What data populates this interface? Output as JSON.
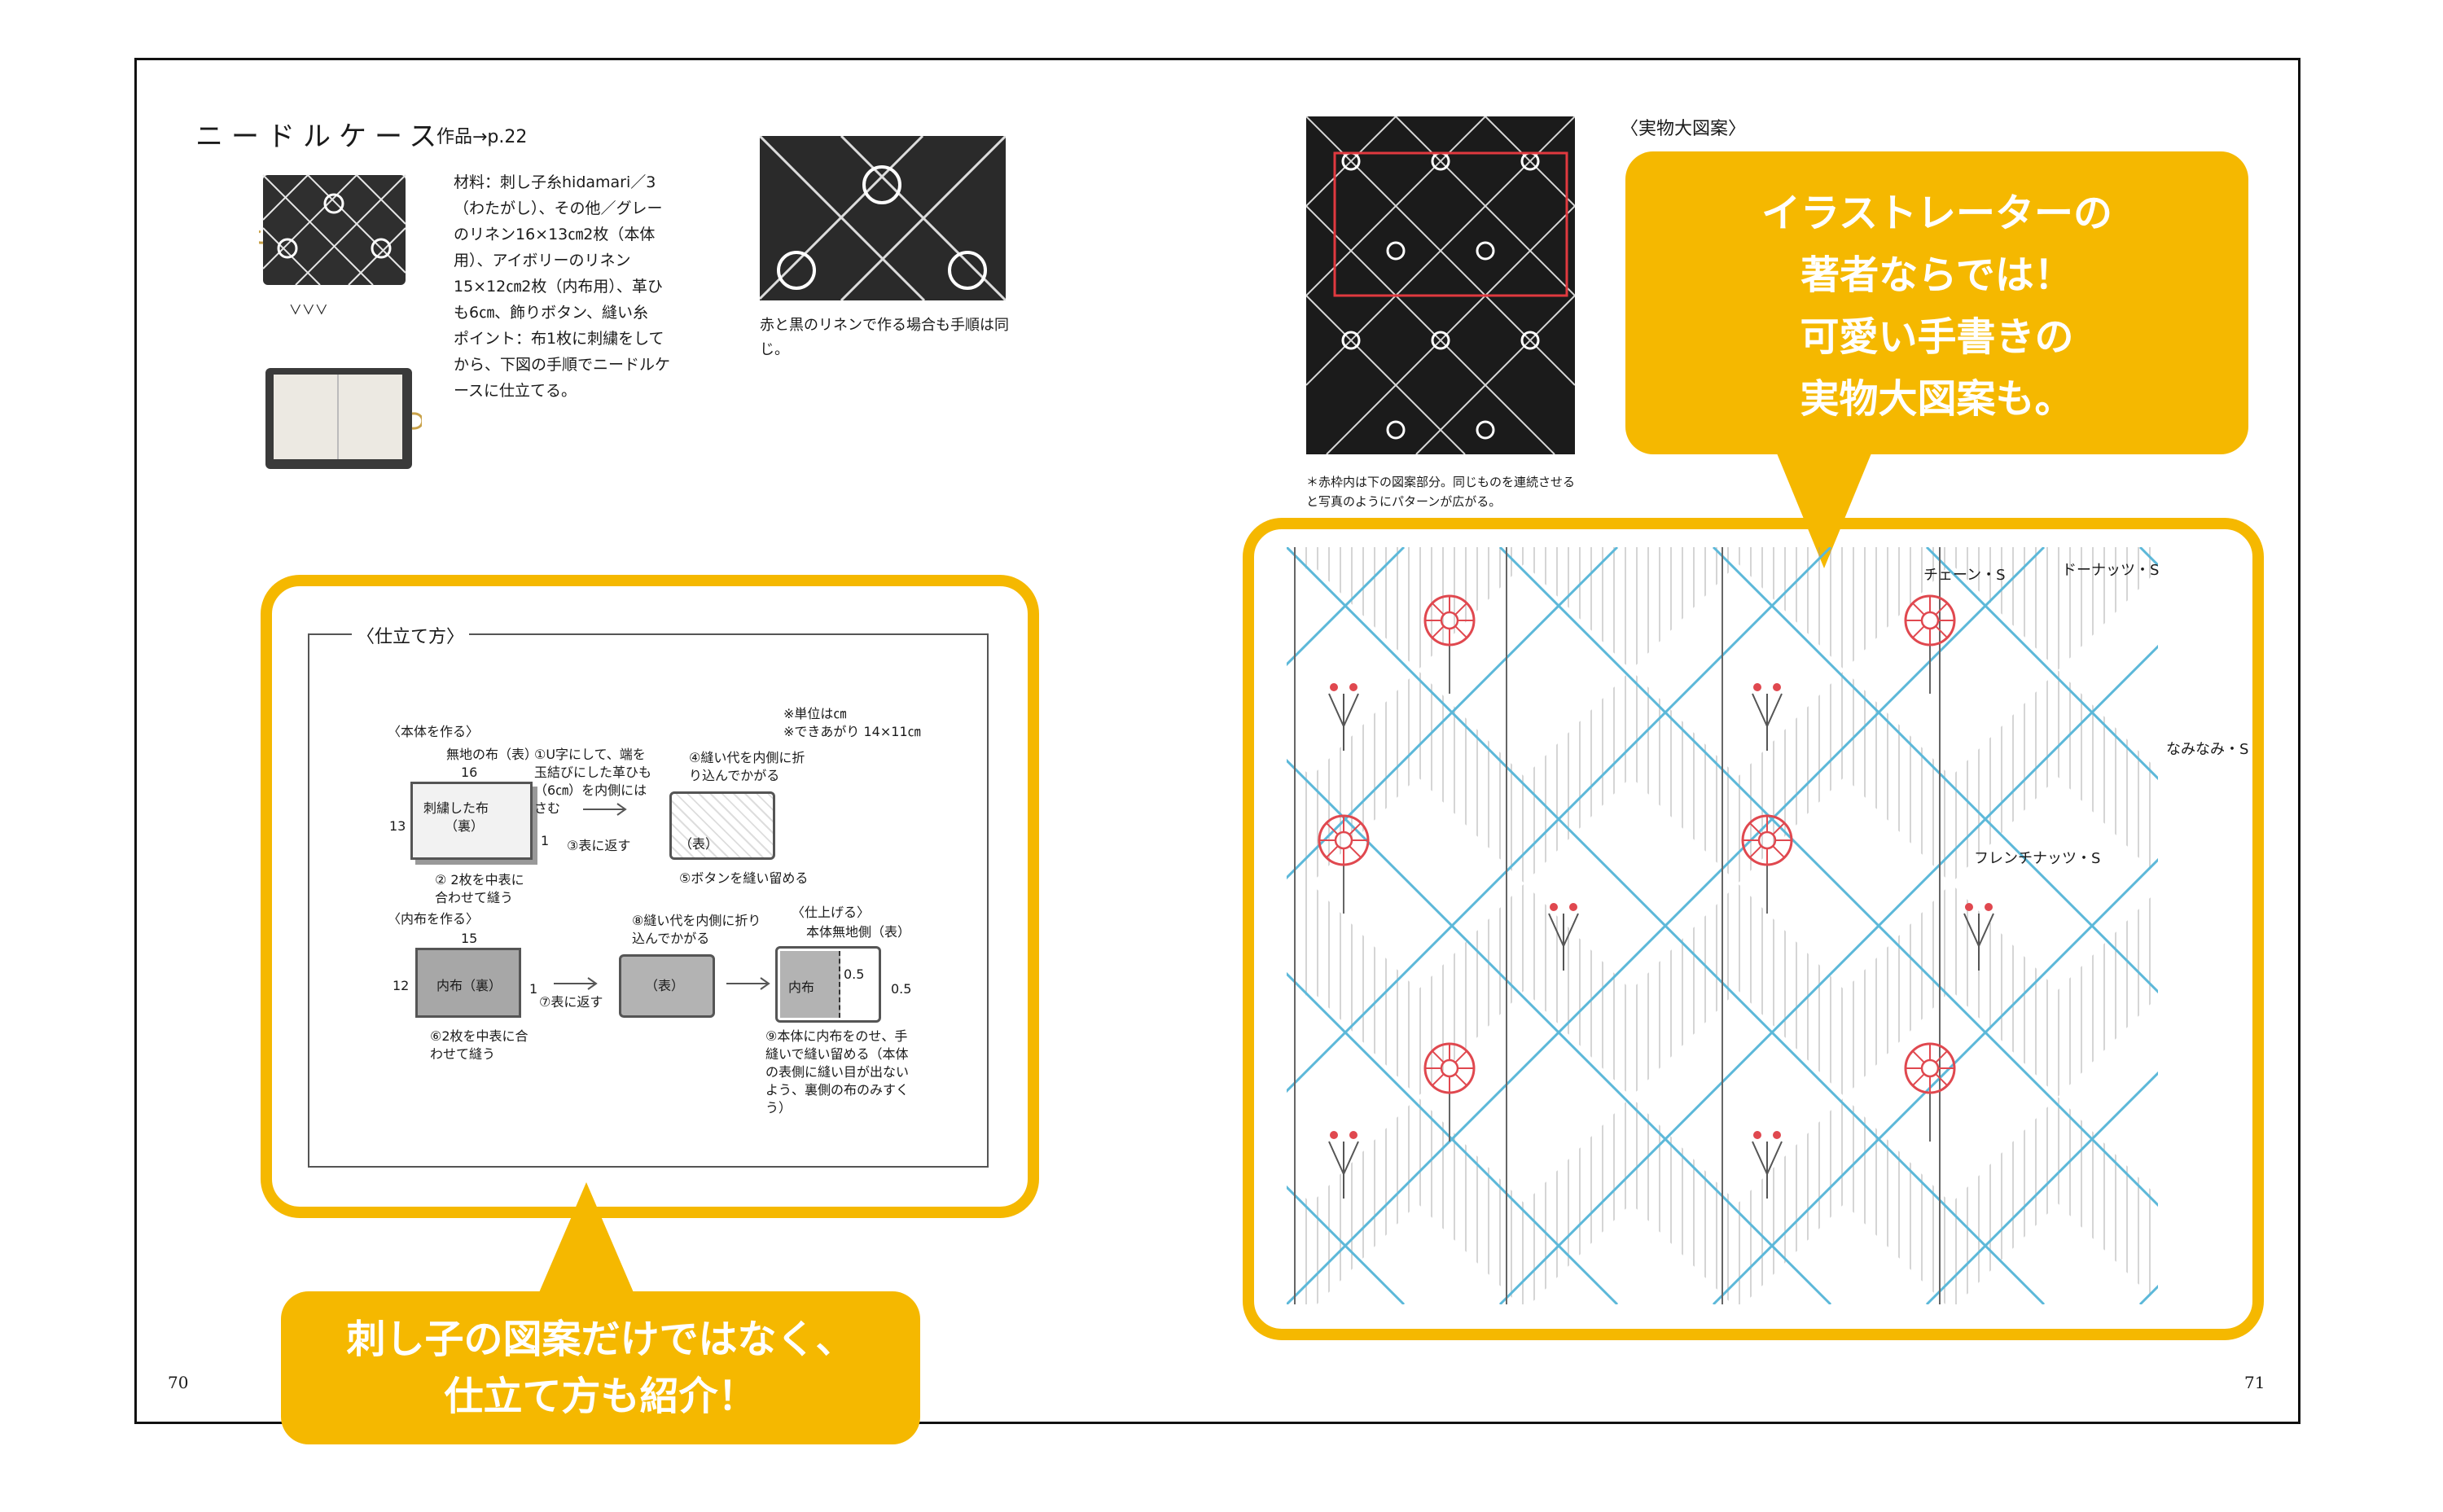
{
  "title": "ニードルケース",
  "title_ref": "作品→p.22",
  "materials": "材料：刺し子糸hidamari／3（わたがし）、その他／グレーのリネン16×13㎝2枚（本体用）、アイボリーのリネン15×12㎝2枚（内布用）、革ひも6㎝、飾りボタン、縫い糸\nポイント：布1枚に刺繍をしてから、下図の手順でニードルケースに仕立てる。",
  "photo_caption": "赤と黒のリネンで作る場合も手順は同じ。",
  "arrows": "＞\n＞\n＞",
  "pattern_heading": "〈実物大図案〉",
  "pattern_photo_note": "＊赤枠内は下の図案部分。同じものを連続させると写真のようにパターンが広がる。",
  "steps": {
    "heading": "〈仕立て方〉",
    "unit_note": "※単位は㎝",
    "size_note": "※できあがり 14×11㎝",
    "body_heading": "〈本体を作る〉",
    "body_fabric_label": "無地の布（表）",
    "dim_16": "16",
    "dim_13": "13",
    "dim_1": "1",
    "embroidered_label": "刺繍した布",
    "back_label": "（裏）",
    "step1": "①U字にして、端を玉結びにした革ひも（6㎝）を内側にはさむ",
    "step2": "② 2枚を中表に合わせて縫う",
    "step3": "③表に返す",
    "step4": "④縫い代を内側に折り込んでかがる",
    "front_label": "（表）",
    "step5": "⑤ボタンを縫い留める",
    "lining_heading": "〈内布を作る〉",
    "dim_15": "15",
    "dim_12": "12",
    "lining_label": "内布（裏）",
    "step6": "⑥2枚を中表に合わせて縫う",
    "step7": "⑦表に返す",
    "step8": "⑧縫い代を内側に折り込んでかがる",
    "finish_heading": "〈仕上げる〉",
    "body_plain_label": "本体無地側（表）",
    "lining_short": "内布",
    "dim_05a": "0.5",
    "dim_05b": "0.5",
    "step9": "⑨本体に内布をのせ、手縫いで縫い留める（本体の表側に縫い目が出ないよう、裏側の布のみすくう）"
  },
  "stitch_labels": {
    "chain": "チェーン・S",
    "donut": "ドーナッツ・S",
    "naminami": "なみなみ・S",
    "french": "フレンチナッツ・S"
  },
  "callout_left": "刺し子の図案だけではなく、\n仕立て方も紹介！",
  "callout_right": "イラストレーターの\n著者ならでは！\n可愛い手書きの\n実物大図案も。",
  "page_left": "70",
  "page_right": "71",
  "colors": {
    "accent": "#f5b800",
    "blue_line": "#5cb8d9",
    "red_flower": "#e0484f"
  }
}
